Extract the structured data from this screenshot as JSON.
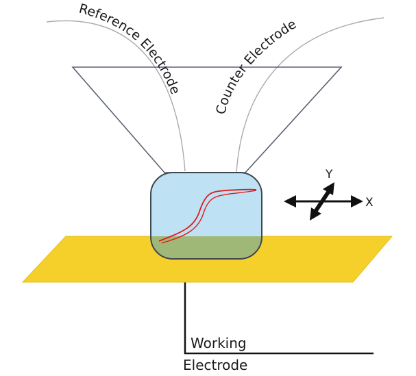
{
  "labels": {
    "reference_electrode": "Reference Electrode",
    "counter_electrode": "Counter Electrode",
    "working_line1": "Working",
    "working_line2": "Electrode",
    "axis_x": "X",
    "axis_y": "Y"
  },
  "colors": {
    "substrate": "#f6d02a",
    "droplet": "#bfe1f4",
    "droplet_wet": "#9fb878",
    "cell_outline": "#5a6070",
    "cv_trace": "#e01818",
    "wire": "#aaaaaa",
    "lead": "#111111"
  },
  "icons": {
    "move_arrows": "four-way-arrow-icon"
  }
}
